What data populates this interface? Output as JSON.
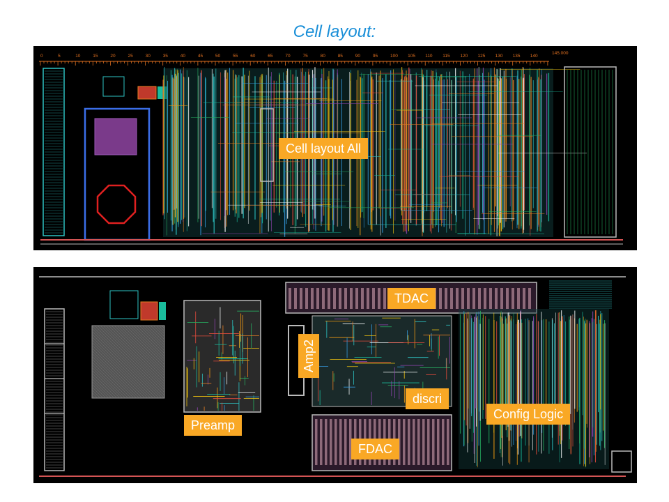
{
  "title": "Cell layout:",
  "top_panel": {
    "ruler_ticks": [
      "0",
      "5",
      "10",
      "15",
      "20",
      "25",
      "30",
      "35",
      "40",
      "45",
      "50",
      "55",
      "60",
      "65",
      "70",
      "75",
      "80",
      "85",
      "90",
      "95",
      "100",
      "105",
      "110",
      "115",
      "120",
      "125",
      "130",
      "135",
      "140"
    ],
    "ruler_end": "145.000",
    "label": "Cell layout All"
  },
  "bottom_panel": {
    "labels": {
      "tdac": "TDAC",
      "amp2": "Amp2",
      "discri": "discri",
      "config_logic": "Config Logic",
      "preamp": "Preamp",
      "fdac": "FDAC"
    }
  },
  "colors": {
    "title": "#1a8fd8",
    "label_bg": "#f9a825",
    "panel_bg": "#000000",
    "ruler": "#e07020"
  }
}
